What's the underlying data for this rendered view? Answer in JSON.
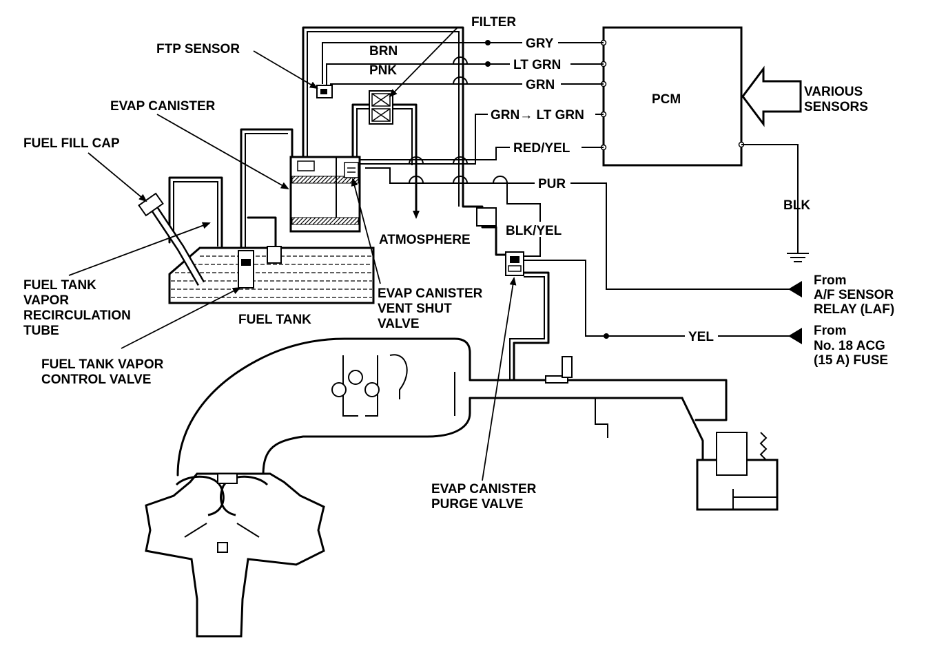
{
  "labels": {
    "filter": "FILTER",
    "ftp_sensor": "FTP SENSOR",
    "evap_canister": "EVAP CANISTER",
    "fuel_fill_cap": "FUEL FILL CAP",
    "fuel_tank": "FUEL TANK",
    "atmosphere": "ATMOSPHERE",
    "recirc_tube": [
      "FUEL TANK",
      "VAPOR",
      "RECIRCULATION",
      "TUBE"
    ],
    "vapor_control_valve": [
      "FUEL TANK VAPOR",
      "CONTROL VALVE"
    ],
    "vent_shut_valve": [
      "EVAP CANISTER",
      "VENT SHUT",
      "VALVE"
    ],
    "purge_valve": [
      "EVAP CANISTER",
      "PURGE VALVE"
    ],
    "pcm": "PCM",
    "various_sensors": [
      "VARIOUS",
      "SENSORS"
    ],
    "from_af_relay": [
      "From",
      "A/F SENSOR",
      "RELAY (LAF)"
    ],
    "from_fuse": [
      "From",
      "No. 18 ACG",
      "(15 A) FUSE"
    ]
  },
  "wires": {
    "brn": "BRN",
    "pnk": "PNK",
    "gry": "GRY",
    "lt_grn": "LT GRN",
    "grn": "GRN",
    "grn_lt_grn": "GRN→ LT GRN",
    "red_yel": "RED/YEL",
    "pur": "PUR",
    "blk_yel": "BLK/YEL",
    "blk": "BLK",
    "yel": "YEL"
  },
  "colors": {
    "ink": "#000000",
    "paper": "#ffffff"
  }
}
